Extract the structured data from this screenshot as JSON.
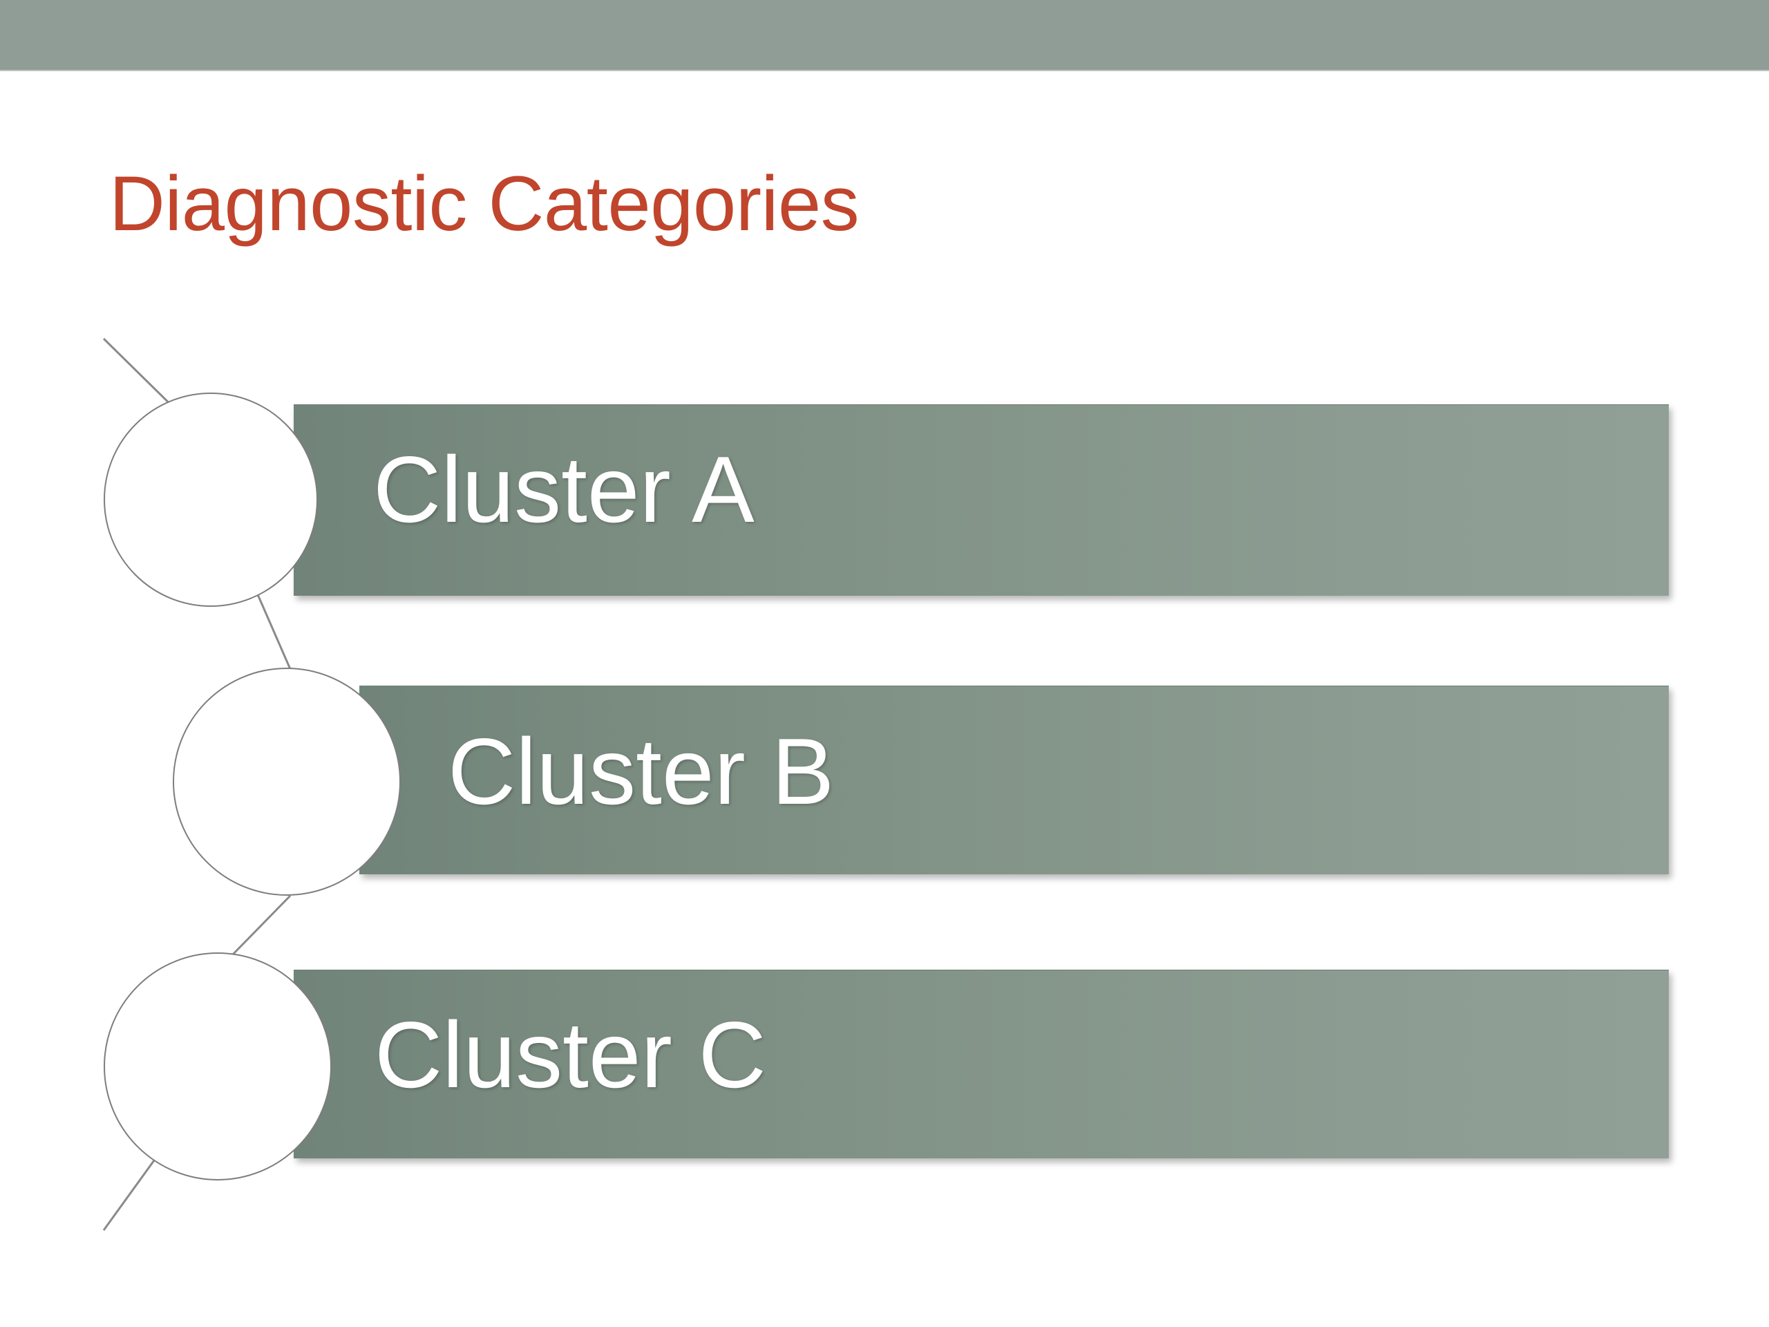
{
  "slide": {
    "title": "Diagnostic Categories",
    "background_color": "#ffffff",
    "title_color": "#c0452c",
    "band_color": "#909d97",
    "bar_gradient_from": "#71847a",
    "bar_gradient_to": "#90a096",
    "circle_fill": "#ffffff",
    "circle_stroke": "#7d7d7d",
    "label_color": "#ffffff"
  },
  "diagram": {
    "type": "vertical-chevron-list",
    "items": [
      {
        "label": "Cluster A"
      },
      {
        "label": "Cluster B"
      },
      {
        "label": "Cluster C"
      }
    ]
  }
}
